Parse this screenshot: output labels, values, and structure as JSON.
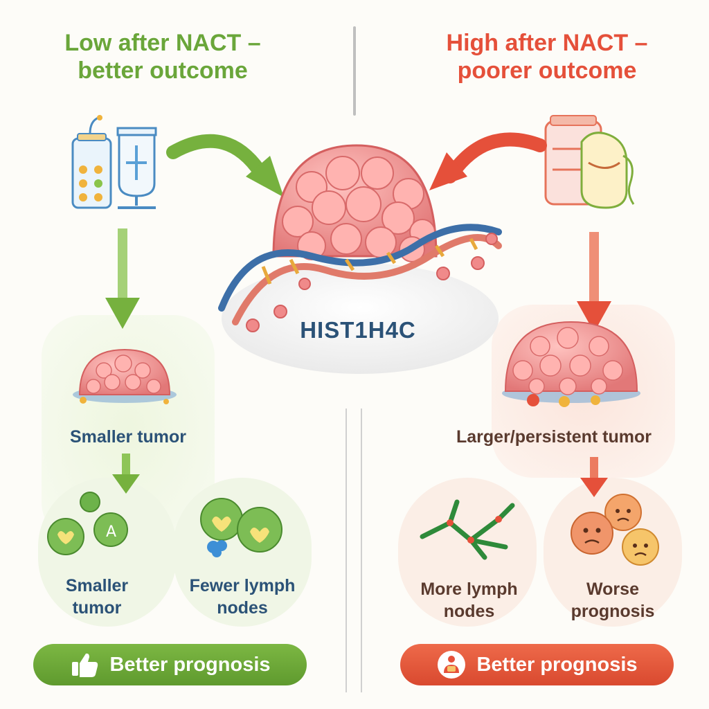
{
  "left": {
    "title_line1": "Low after NACT –",
    "title_line2": "better outcome",
    "tumor_label": "Smaller tumor",
    "sub1_line1": "Smaller",
    "sub1_line2": "tumor",
    "sub2_line1": "Fewer lymph",
    "sub2_line2": "nodes",
    "prognosis": "Better prognosis"
  },
  "right": {
    "title_line1": "High after NACT –",
    "title_line2": "poorer outcome",
    "tumor_label": "Larger/persistent tumor",
    "sub1_line1": "More lymph",
    "sub1_line2": "nodes",
    "sub2_line1": "Worse",
    "sub2_line2": "prognosis",
    "prognosis": "Better prognosis"
  },
  "center": {
    "gene": "HIST1H4C"
  },
  "colors": {
    "green": "#6aa63a",
    "red": "#e5503a",
    "tumor": "#f08a8a",
    "dna_blue": "#3d6fa8",
    "label_blue": "#2b5277"
  },
  "icons": [
    "iv-drip-icon",
    "thumbs-up-icon",
    "patient-icon",
    "sad-face-icon",
    "heart-icon"
  ]
}
